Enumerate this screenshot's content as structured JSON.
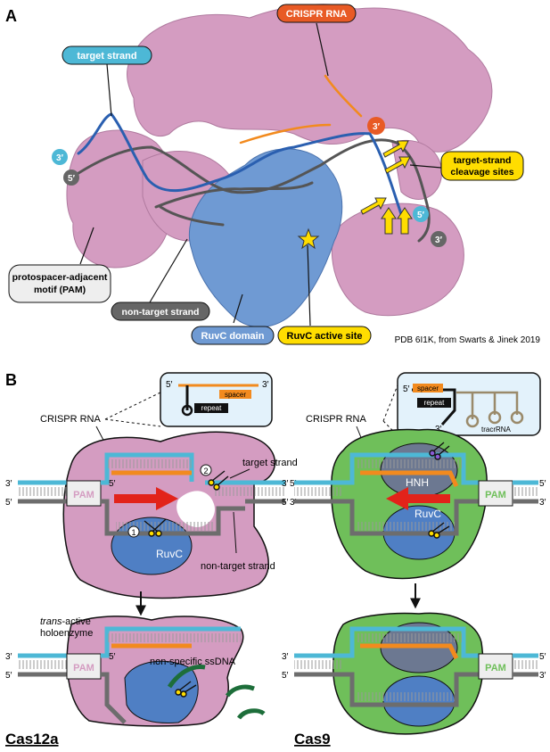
{
  "panel_a": {
    "letter": "A",
    "labels": {
      "crispr_rna": "CRISPR RNA",
      "target_strand": "target strand",
      "cleavage_line1": "target-strand",
      "cleavage_line2": "cleavage sites",
      "pam_line1": "protospacer-adjacent",
      "pam_line2": "motif (PAM)",
      "non_target": "non-target strand",
      "ruvc_domain": "RuvC domain",
      "ruvc_active": "RuvC active site"
    },
    "ends": {
      "crispr_3": "3′",
      "target_3": "3′",
      "nontarget_5": "5′",
      "target_5": "5′",
      "nontarget_3": "3′"
    },
    "citation": "PDB 6I1K, from Swarts & Jinek 2019"
  },
  "panel_b": {
    "letter": "B",
    "cas12a": {
      "name": "Cas12a",
      "crispr_rna": "CRISPR RNA",
      "inset": {
        "five": "5′",
        "three": "3′",
        "spacer": "spacer",
        "repeat": "repeat"
      },
      "target_strand": "target strand",
      "non_target_strand": "non-target strand",
      "pam": "PAM",
      "ruvc": "RuvC",
      "step1": "1",
      "step2": "2",
      "trans_italic": "trans",
      "trans_rest": "-active",
      "holoenzyme": "holoenzyme",
      "ssdna": "non-specific ssDNA",
      "ends_top": {
        "left3": "3′",
        "left5": "5′",
        "right5": "5′",
        "right3": "3′",
        "rna5": "5′"
      },
      "ends_bottom": {
        "left3": "3′",
        "left5": "5′",
        "rna5": "5′"
      }
    },
    "cas9": {
      "name": "Cas9",
      "crispr_rna": "CRISPR RNA",
      "inset": {
        "five": "5′",
        "three": "3′",
        "spacer": "spacer",
        "repeat": "repeat",
        "tracr": "tracrRNA"
      },
      "pam": "PAM",
      "hnh": "HNH",
      "ruvc": "RuvC",
      "ends_top": {
        "left3": "3′",
        "left5": "5′",
        "right5": "5′",
        "right3": "3′"
      },
      "ends_bottom": {
        "left3": "3′",
        "left5": "5′",
        "right5": "5′",
        "right3": "3′"
      }
    }
  },
  "colors": {
    "protein_pink": "#d49cc1",
    "ruvc_blue": "#4f7fc4",
    "cas9_green": "#6fbf5a",
    "dna_cyan": "#4db8d6",
    "dna_gray": "#6d6d6d",
    "rna_orange": "#f28a1e",
    "arrow_red": "#e2231a",
    "yellow": "#ffdd00",
    "ssdna_green": "#1d6e3a"
  }
}
